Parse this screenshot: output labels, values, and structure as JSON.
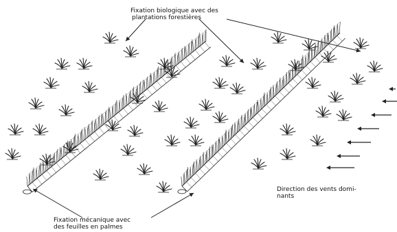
{
  "labels": {
    "biological_fixation": [
      "Fixation biologique avec des",
      "plantations forestières"
    ],
    "mechanical_fixation": [
      "Fixation mécanique avec",
      "des feuilles en palmes"
    ],
    "wind_direction": [
      "Direction des vents domi-",
      "nants"
    ]
  },
  "colors": {
    "ink": "#222222",
    "paper": "#ffffff"
  },
  "icons": {
    "plant": "grass-tuft-icon",
    "wind": "arrow-left-icon",
    "fence": "palm-fence-icon"
  }
}
